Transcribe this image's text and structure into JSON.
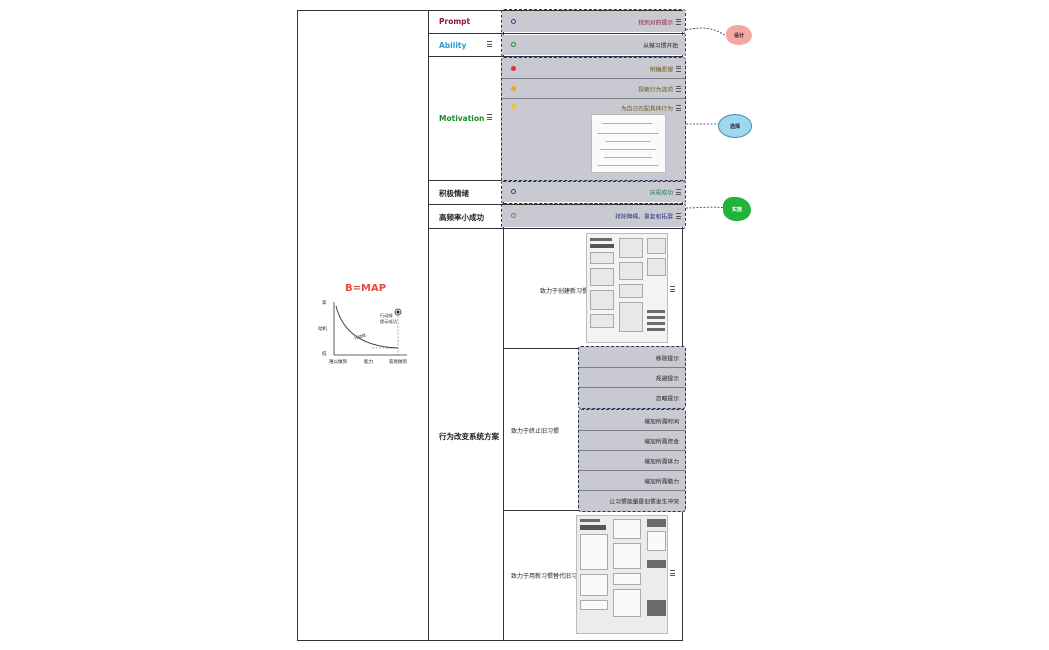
{
  "root": {
    "title": "B=MAP",
    "graph": {
      "y_label": "动机",
      "y_high": "高",
      "y_low": "低",
      "x_label": "能力",
      "x_left": "难以做到",
      "x_right": "容易做到",
      "curve_label": "行动线",
      "point_label_1": "行动线",
      "point_label_2": "提示成功"
    }
  },
  "sections": {
    "prompt": {
      "label": "Prompt",
      "items": [
        "找到对的提示"
      ]
    },
    "ability": {
      "label": "Ability",
      "items": [
        "从微习惯开始"
      ]
    },
    "motivation": {
      "label": "Motivation",
      "items": [
        "明确愿望",
        "探索行为选项",
        "为自己匹配具体行为"
      ]
    },
    "emotion": {
      "label": "积极情绪",
      "items": [
        "庆祝成功"
      ]
    },
    "success": {
      "label": "高频率小成功",
      "items": [
        "排除障碍、重复和拓展"
      ]
    },
    "system": {
      "label": "行为改变系统方案",
      "sub": [
        {
          "label": "致力于创建新习惯"
        },
        {
          "label": "致力于终止旧习惯",
          "group1": [
            "移除提示",
            "规避提示",
            "忽略提示"
          ],
          "group2": [
            "增加所需时间",
            "增加所需资金",
            "增加所需体力",
            "增加所需脑力",
            "让习惯能量是旧惯发生冲突"
          ]
        },
        {
          "label": "致力于用新习惯替代旧习惯"
        }
      ]
    }
  },
  "callouts": [
    "设计",
    "选择",
    "实施"
  ],
  "colors": {
    "prompt": "#8b1a3a",
    "ability": "#2a9fd6",
    "motivation": "#1e8a2e",
    "title": "#e8493c",
    "dash": "#2a3060",
    "callout_pink": "#f7a6a6",
    "callout_blue": "#9dd8f0",
    "callout_green": "#22b33a"
  }
}
